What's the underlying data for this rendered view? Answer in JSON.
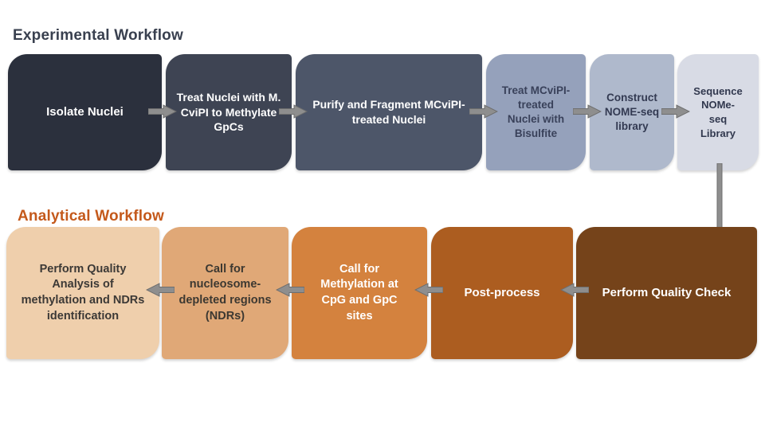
{
  "headings": {
    "experimental": "Experimental Workflow",
    "analytical": "Analytical Workflow"
  },
  "experimental_steps": [
    {
      "label": "Isolate Nuclei",
      "bg": "#2B303D",
      "text_color": "#FFFFFF"
    },
    {
      "label": "Treat Nuclei with M. CviPI to Methylate GpCs",
      "bg": "#3E4453",
      "text_color": "#FFFFFF"
    },
    {
      "label": "Purify and Fragment MCviPI-treated Nuclei",
      "bg": "#4D5669",
      "text_color": "#FFFFFF"
    },
    {
      "label": "Treat MCviPI-treated Nuclei with Bisulfite",
      "bg": "#95A1BB",
      "text_color": "#39415A"
    },
    {
      "label": "Construct NOME-seq library",
      "bg": "#AFB9CC",
      "text_color": "#333A52"
    },
    {
      "label": "Sequence NOMe-seq Library",
      "bg": "#D8DBE5",
      "text_color": "#31384E"
    }
  ],
  "analytical_steps": [
    {
      "label": "Perform Quality Analysis of methylation and NDRs identification",
      "bg": "#EFCFAC",
      "text_color": "#3C3936"
    },
    {
      "label": "Call for nucleosome-depleted regions (NDRs)",
      "bg": "#E0A877",
      "text_color": "#3C3831"
    },
    {
      "label": "Call for Methylation at CpG and GpC sites",
      "bg": "#D4823E",
      "text_color": "#FFFFFF"
    },
    {
      "label": "Post-process",
      "bg": "#AC5D20",
      "text_color": "#FFFFFF"
    },
    {
      "label": "Perform Quality Check",
      "bg": "#75431A",
      "text_color": "#FFFFFF"
    }
  ],
  "flow": {
    "experimental_direction": "left-to-right",
    "analytical_direction": "right-to-left",
    "connector": "arrow-down from Sequence NOMe-seq Library to Perform Quality Check"
  },
  "colors": {
    "background": "#FFFFFF",
    "experimental_heading": "#39404F",
    "analytical_heading": "#C4591B",
    "arrow_fill": "#8E8E8E",
    "arrow_stroke": "#6E6E6E"
  }
}
